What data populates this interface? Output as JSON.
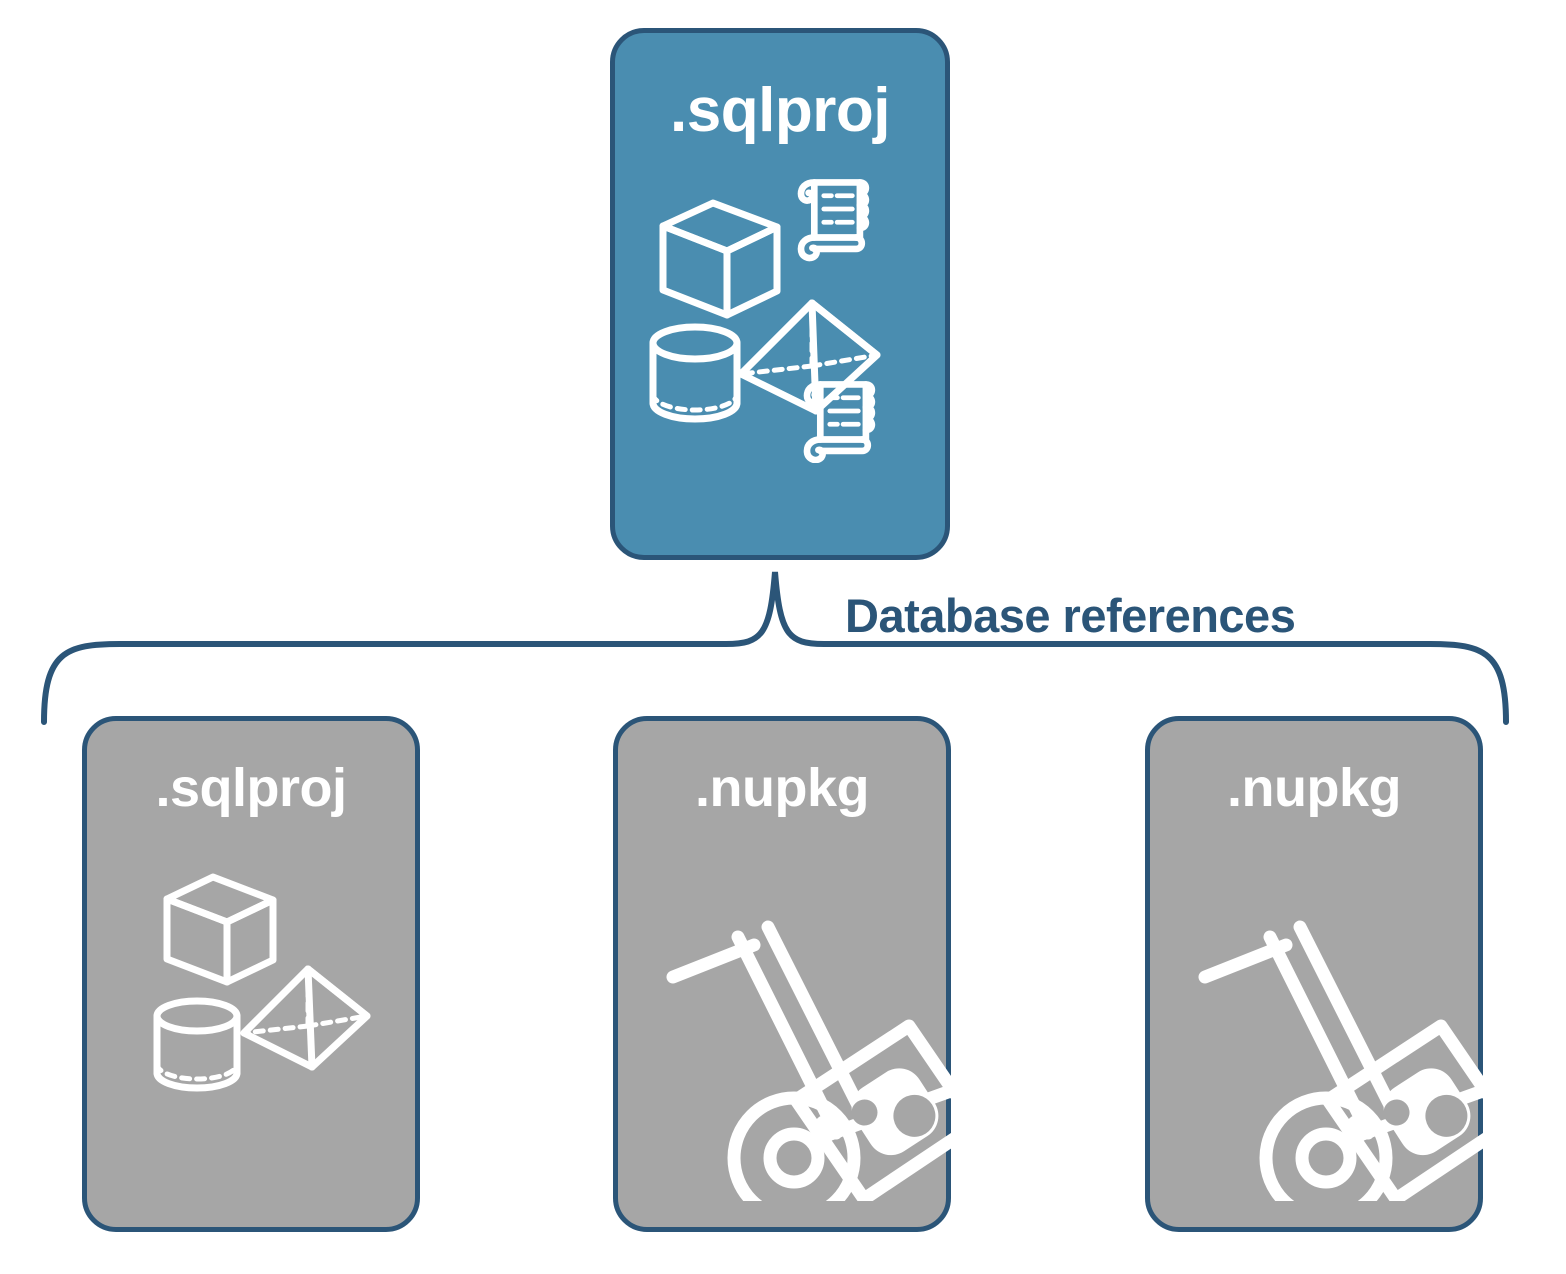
{
  "diagram": {
    "title": "Database references",
    "colors": {
      "root_fill": "#4a8db0",
      "child_fill": "#a6a6a6",
      "stroke": "#2b5578",
      "label_text": "#ffffff",
      "brace_label_text": "#2b5578",
      "background": "#ffffff"
    },
    "root": {
      "label": ".sqlproj",
      "icons": [
        "cube-icon",
        "scroll-icon",
        "pyramid-icon",
        "cylinder-icon",
        "scroll-icon"
      ]
    },
    "connector": {
      "label": "Database references",
      "type": "curly-brace"
    },
    "children": [
      {
        "label": ".sqlproj",
        "kind": "sqlproj",
        "icons": [
          "cube-icon",
          "pyramid-icon",
          "cylinder-icon"
        ]
      },
      {
        "label": ".nupkg",
        "kind": "nupkg",
        "icons": [
          "hand-truck-icon",
          "nuget-package-icon"
        ]
      },
      {
        "label": ".nupkg",
        "kind": "nupkg",
        "icons": [
          "hand-truck-icon",
          "nuget-package-icon"
        ]
      }
    ]
  }
}
